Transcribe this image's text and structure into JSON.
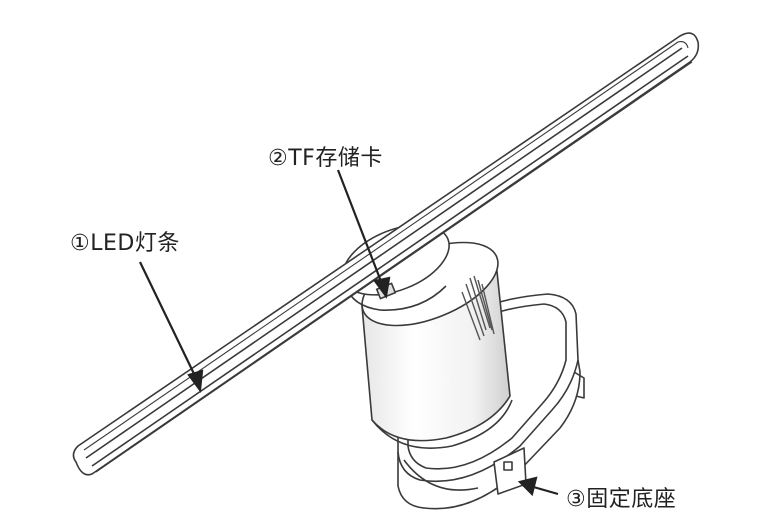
{
  "labels": {
    "led_strip": "①LED灯条",
    "tf_card": "②TF存储卡",
    "base": "③固定底座"
  },
  "colors": {
    "line": "#3a3a3a",
    "fill": "#ffffff",
    "shade": "#9a9a9a"
  }
}
